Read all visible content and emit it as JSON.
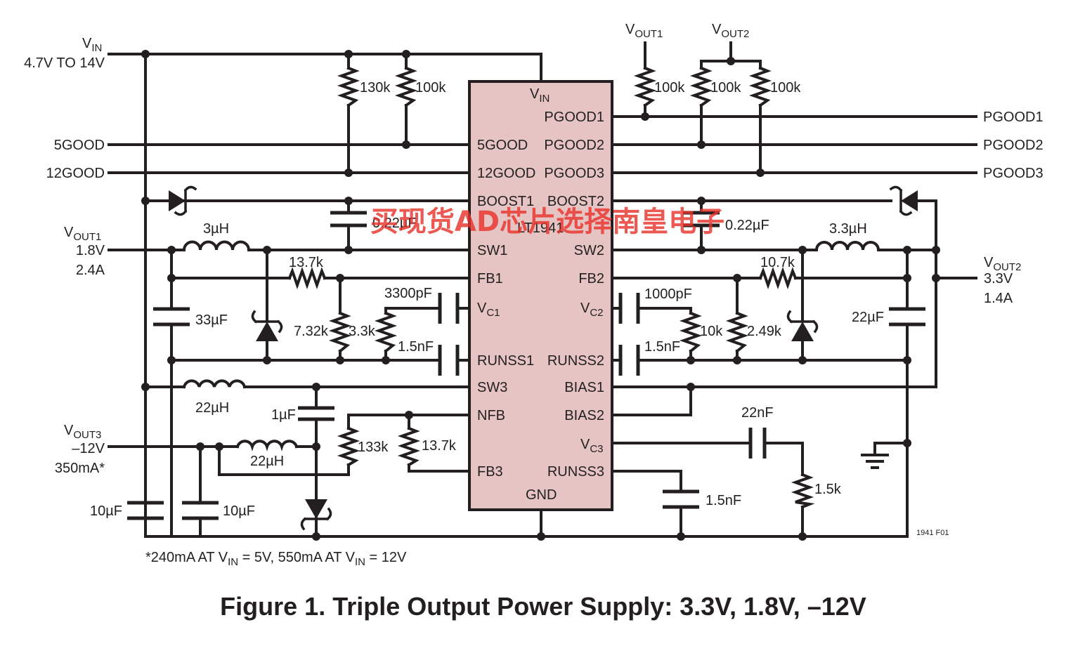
{
  "ic": {
    "name": "LT1941",
    "fill_color": "#e6c4c3",
    "left_pins": [
      "5GOOD",
      "12GOOD",
      "BOOST1",
      "SW1",
      "FB1",
      "RUNSS1",
      "SW3",
      "NFB",
      "FB3"
    ],
    "right_pins": [
      "PGOOD1",
      "PGOOD2",
      "PGOOD3",
      "BOOST2",
      "SW2",
      "FB2",
      "RUNSS2",
      "BIAS1",
      "BIAS2",
      "RUNSS3"
    ],
    "vin_pin": {
      "main": "V",
      "sub": "IN"
    },
    "vc1_pin": {
      "main": "V",
      "sub": "C1"
    },
    "vc2_pin": {
      "main": "V",
      "sub": "C2"
    },
    "vc3_pin": {
      "main": "V",
      "sub": "C3"
    },
    "gnd_pin": "GND"
  },
  "inputs": {
    "vin": {
      "main": "V",
      "sub": "IN",
      "range": "4.7V TO 14V"
    },
    "good5": "5GOOD",
    "good12": "12GOOD"
  },
  "outputs": {
    "vout1": {
      "main": "V",
      "sub": "OUT1",
      "voltage": "1.8V",
      "current": "2.4A"
    },
    "vout2": {
      "main": "V",
      "sub": "OUT2",
      "voltage": "3.3V",
      "current": "1.4A"
    },
    "vout3": {
      "main": "V",
      "sub": "OUT3",
      "voltage": "–12V",
      "current": "350mA*"
    },
    "pgood1": "PGOOD1",
    "pgood2": "PGOOD2",
    "pgood3": "PGOOD3",
    "top_vout1": {
      "main": "V",
      "sub": "OUT1"
    },
    "top_vout2": {
      "main": "V",
      "sub": "OUT2"
    }
  },
  "components": {
    "r130k": "130k",
    "r100k_a": "100k",
    "r100k_b": "100k",
    "r100k_c": "100k",
    "r100k_d": "100k",
    "c022_1": "0.22µF",
    "c022_2": "0.22µF",
    "l3u_1": "3µH",
    "l3u_2": "3.3µH",
    "r137_1": "13.7k",
    "r107": "10.7k",
    "c33u": "33µF",
    "r732": "7.32k",
    "r33k": "3.3k",
    "c3300p": "3300pF",
    "c15n_1": "1.5nF",
    "c1000p": "1000pF",
    "c15n_2": "1.5nF",
    "r10k": "10k",
    "r249": "2.49k",
    "c22u": "22µF",
    "l22u_1": "22µH",
    "c1u": "1µF",
    "l22u_2": "22µH",
    "r133k": "133k",
    "r137_2": "13.7k",
    "c22n": "22nF",
    "r15k": "1.5k",
    "c15n_3": "1.5nF",
    "c10u_1": "10µF",
    "c10u_2": "10µF"
  },
  "footnote": {
    "p1": "*240mA AT V",
    "s1": "IN",
    "p2": " = 5V, 550mA AT V",
    "s2": "IN",
    "p3": " = 12V"
  },
  "figure_code": "1941 F01",
  "caption": "Figure 1. Triple Output Power Supply: 3.3V, 1.8V, –12V",
  "watermark": "买现货AD芯片选择南皇电子"
}
